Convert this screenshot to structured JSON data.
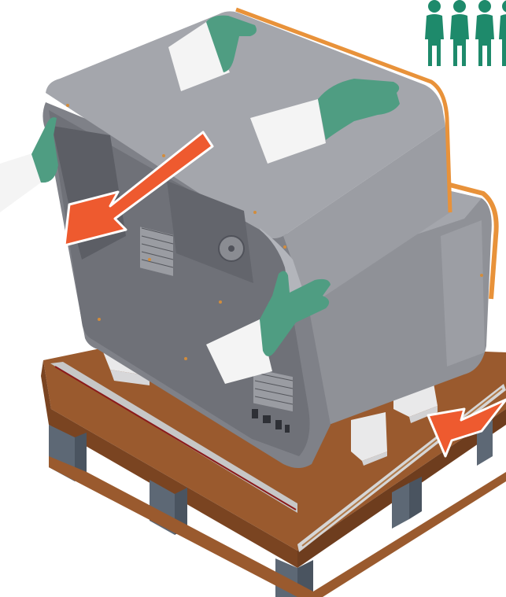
{
  "illustration": {
    "subject": "instrument-lift-off-pallet",
    "person_count": 4,
    "arrows": [
      "lift-direction-arrow",
      "push-direction-arrow"
    ],
    "colors": {
      "instrument_body": "#8f9197",
      "instrument_top": "#a4a6ac",
      "instrument_side": "#6f7178",
      "orange_trim": "#e8923a",
      "pallet_wood": "#9a5a2e",
      "pallet_wood_dark": "#7a4421",
      "pallet_block": "#5d6875",
      "foam_block": "#e9e9ea",
      "glove": "#4f9d82",
      "sleeve": "#f4f4f4",
      "arrow": "#ee5a2f",
      "person_icon": "#1e8a6b"
    }
  }
}
